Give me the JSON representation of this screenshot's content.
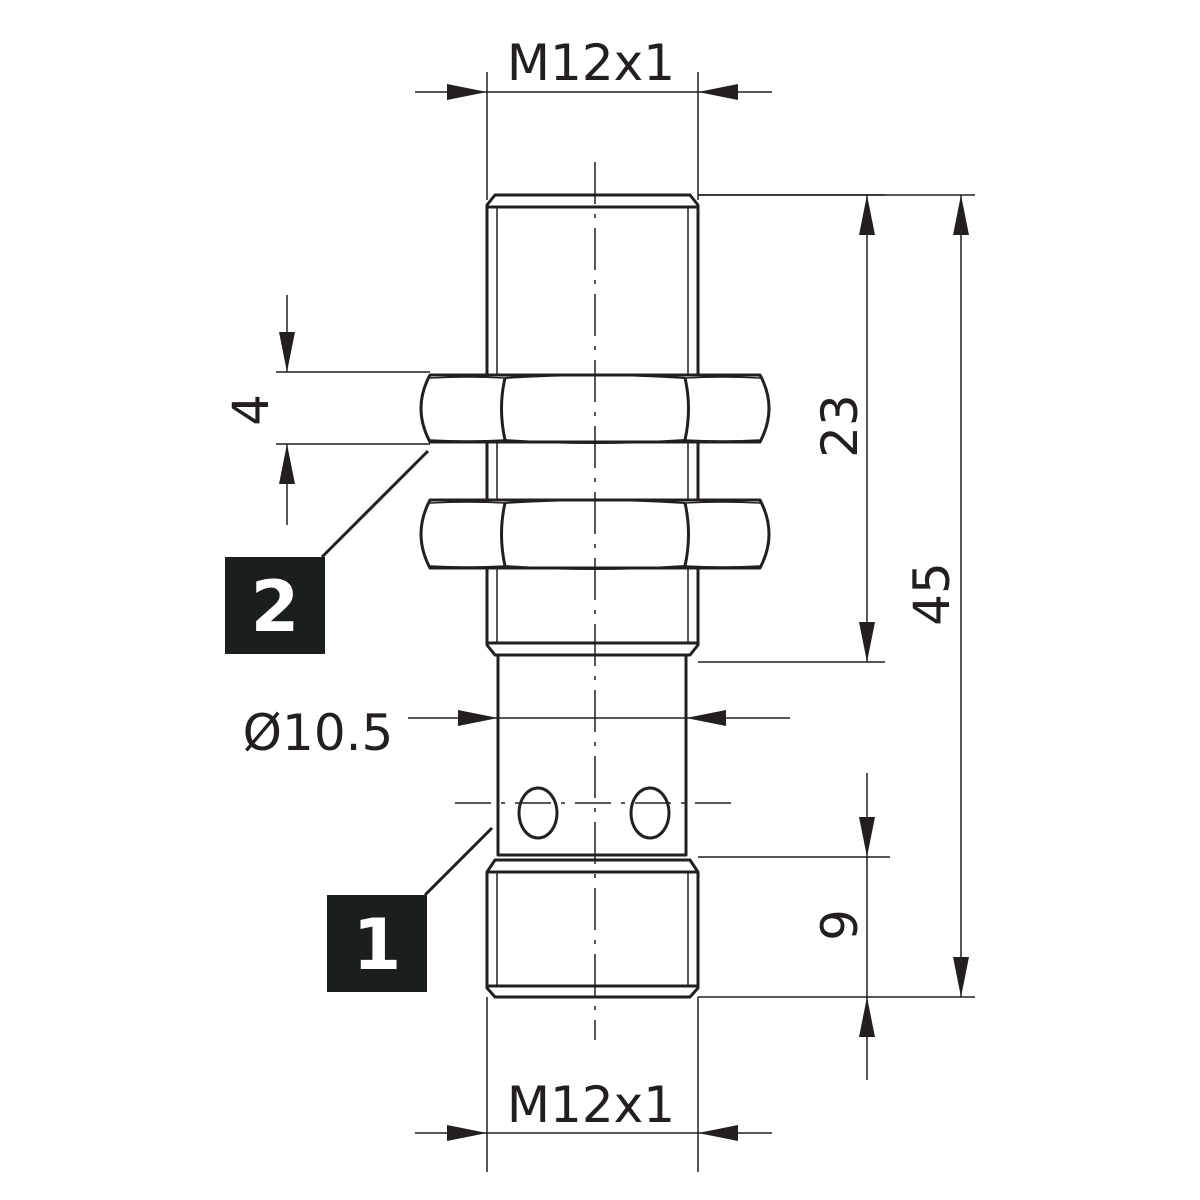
{
  "dimensions": {
    "thread_top": "M12x1",
    "thread_bottom": "M12x1",
    "nut_thickness": "4",
    "thread_length": "23",
    "total_length": "45",
    "body_diameter": "Ø10.5",
    "connector_length": "9"
  },
  "callouts": {
    "nut": "2",
    "connector_body": "1"
  },
  "colors": {
    "line": "#231f20",
    "badge": "#1a1f1d",
    "background": "#ffffff"
  }
}
